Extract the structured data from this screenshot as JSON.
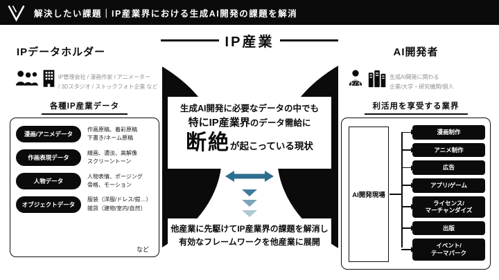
{
  "colors": {
    "accent": "#2c6e8f",
    "ink": "#0b0b0b"
  },
  "icons": {
    "logo": "v-logo-icon",
    "left_group": [
      "people-group-icon",
      "building-icon"
    ],
    "right_group": [
      "developer-icon",
      "server-rack-icon"
    ],
    "center": [
      "double-arrow-icon",
      "chevron-down-icon"
    ]
  },
  "header": {
    "title": "解決したい課題｜IP産業界における生成AI開発の課題を解消"
  },
  "center": {
    "title": "IP産業",
    "line1": "生成AI開発に必要なデータの中でも",
    "line2_em": "特にIP産業界",
    "line2_rest": "のデータ需給に",
    "line3_em": "断絶",
    "line3_rest": "が起こっている現状",
    "bottom_line1": "他産業に先駆けてIP産業界の課題を解消し",
    "bottom_line2": "有効なフレームワークを他産業に展開"
  },
  "left": {
    "heading": "IPデータホルダー",
    "desc": "IP管理会社 / 漫画作家 / アニメーター\n/ 3Dスタジオ / ストックフォト企業 など",
    "subheading": "各種IP産業データ",
    "rows": [
      {
        "label": "漫画/アニメデータ",
        "desc": "作画原稿、着彩原稿\n下書き/ネーム原稿"
      },
      {
        "label": "作画表現データ",
        "desc": "線画、濃淡、高解像\nスクリーントーン"
      },
      {
        "label": "人物データ",
        "desc": "人物表情、ポージング\n骨格、モーション"
      },
      {
        "label": "オブジェクトデータ",
        "desc": "服装（洋服/ドレス/鎧…）\n雑貨（建物/室内/自然）"
      }
    ],
    "etc": "など"
  },
  "right": {
    "heading": "AI開発者",
    "desc": "生成AI開発に関わる\n企業/大学・研究機関/個人",
    "subheading": "利活用を享受する業界",
    "hub": "AI開発現場",
    "industries": [
      "漫画制作",
      "アニメ制作",
      "広告",
      "アプリ/ゲーム",
      "ライセンス/\nマーチャンダイズ",
      "出版",
      "イベント/\nテーマパーク"
    ]
  }
}
